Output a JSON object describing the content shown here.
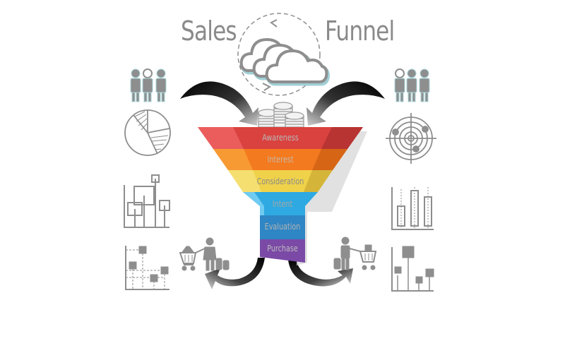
{
  "title": {
    "left": "Sales",
    "right": "Funnel"
  },
  "funnel": {
    "stages": [
      {
        "label": "Awareness",
        "color": "#d9423f"
      },
      {
        "label": "Interest",
        "color": "#f47a1f"
      },
      {
        "label": "Consideration",
        "color": "#efd24a"
      },
      {
        "label": "Intent",
        "color": "#2ea9e1"
      },
      {
        "label": "Evaluation",
        "color": "#2f86c4"
      },
      {
        "label": "Purchase",
        "color": "#7b49a6"
      }
    ]
  },
  "icons": {
    "top_center": "cloud-cycle-icon",
    "coins": "coin-stack-icon",
    "left": [
      "people-group-icon",
      "pie-chart-icon",
      "box-plot-chart-icon",
      "scatter-chart-icon"
    ],
    "right": [
      "people-group-icon",
      "target-radar-icon",
      "candlestick-chart-icon",
      "stem-chart-icon"
    ],
    "bottom_left": "woman-shopping-cart-icon",
    "bottom_right": "man-shopping-cart-icon"
  },
  "colors": {
    "icon_gray": "#8e8e8e",
    "title_gray": "#8a8a8a",
    "arrow_dark": "#111111"
  }
}
